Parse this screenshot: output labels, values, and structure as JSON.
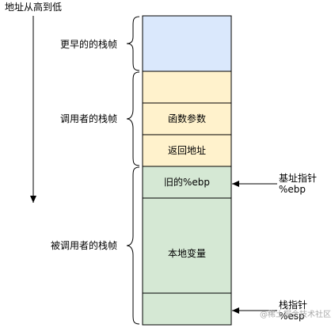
{
  "diagram": {
    "direction_label": "地址从高到低",
    "stack_cells": [
      {
        "label": "",
        "fill": "#dae8fc"
      },
      {
        "label": "",
        "fill": "#fff2cc"
      },
      {
        "label": "函数参数",
        "fill": "#fff2cc"
      },
      {
        "label": "返回地址",
        "fill": "#fff2cc"
      },
      {
        "label": "旧的%ebp",
        "fill": "#d5e8d4"
      },
      {
        "label": "本地变量",
        "fill": "#d5e8d4"
      },
      {
        "label": "",
        "fill": "#d5e8d4"
      }
    ],
    "frame_labels": [
      "更早的的栈帧",
      "调用者的栈帧",
      "被调用者的栈帧"
    ],
    "pointers": [
      {
        "title": "基址指针",
        "register": "%ebp"
      },
      {
        "title": "栈指针",
        "register": "%esp"
      }
    ],
    "watermark": "@稀土掘金技术社区",
    "colors": {
      "stroke": "#000000",
      "blue": "#dae8fc",
      "yellow": "#fff2cc",
      "green": "#d5e8d4"
    }
  }
}
